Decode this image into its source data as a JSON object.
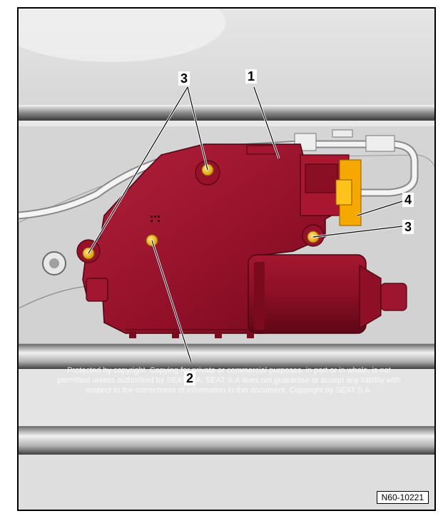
{
  "callouts": {
    "motor_unit": "1",
    "screw_hidden": "2",
    "screws_top": "3",
    "connector": "4",
    "screw_right": "3"
  },
  "watermark": {
    "line1": "Protected by copyright. Copying for private or commercial purposes, in part or in whole, is not",
    "line2": "permitted unless authorised by SEAT S.A. SEAT S.A does not guarantee or accept any liability with",
    "line3": "respect to the correctness of information in this document. Copyright by SEAT S.A."
  },
  "figure_id": "N60-10221",
  "colors": {
    "motor_body": "#9b1129",
    "screw": "#f0b400",
    "connector": "#f5a800",
    "background": "#dcdcdc"
  }
}
